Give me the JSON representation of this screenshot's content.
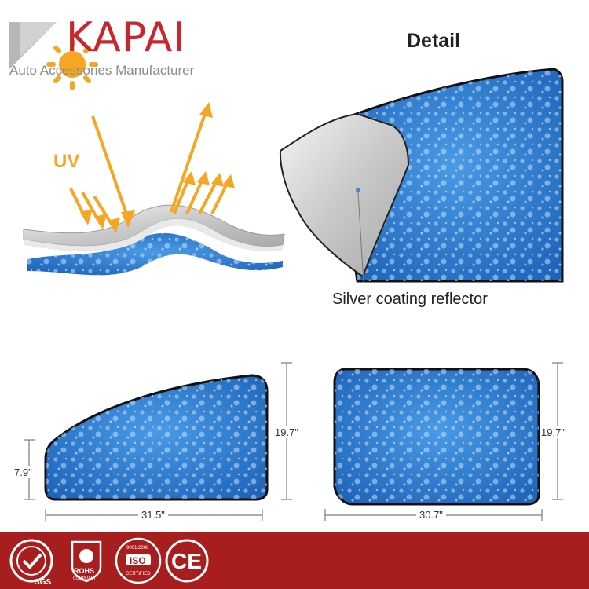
{
  "brand": {
    "name": "KAPAI",
    "tagline": "Auto Accessories Manufacturer"
  },
  "detail": {
    "title": "Detail",
    "reflector_label": "Silver coating reflector"
  },
  "uv_label": "UV",
  "dimensions": {
    "left_width": "31.5\"",
    "left_height": "19.7\"",
    "left_small_height": "7.9\"",
    "right_width": "30.7\"",
    "right_height": "19.7\""
  },
  "certifications": {
    "sgs": "SGS",
    "rohs": "ROHS",
    "rohs_sub": "COMPLIANT",
    "iso": "ISO",
    "iso_top": "9001:2008",
    "iso_sub": "CERTIFIED",
    "ce": "CE"
  },
  "colors": {
    "brand_red": "#c9252c",
    "sun_orange": "#f5a623",
    "shade_blue": "#2f7fd0",
    "cert_bar": "#a81e1e"
  }
}
